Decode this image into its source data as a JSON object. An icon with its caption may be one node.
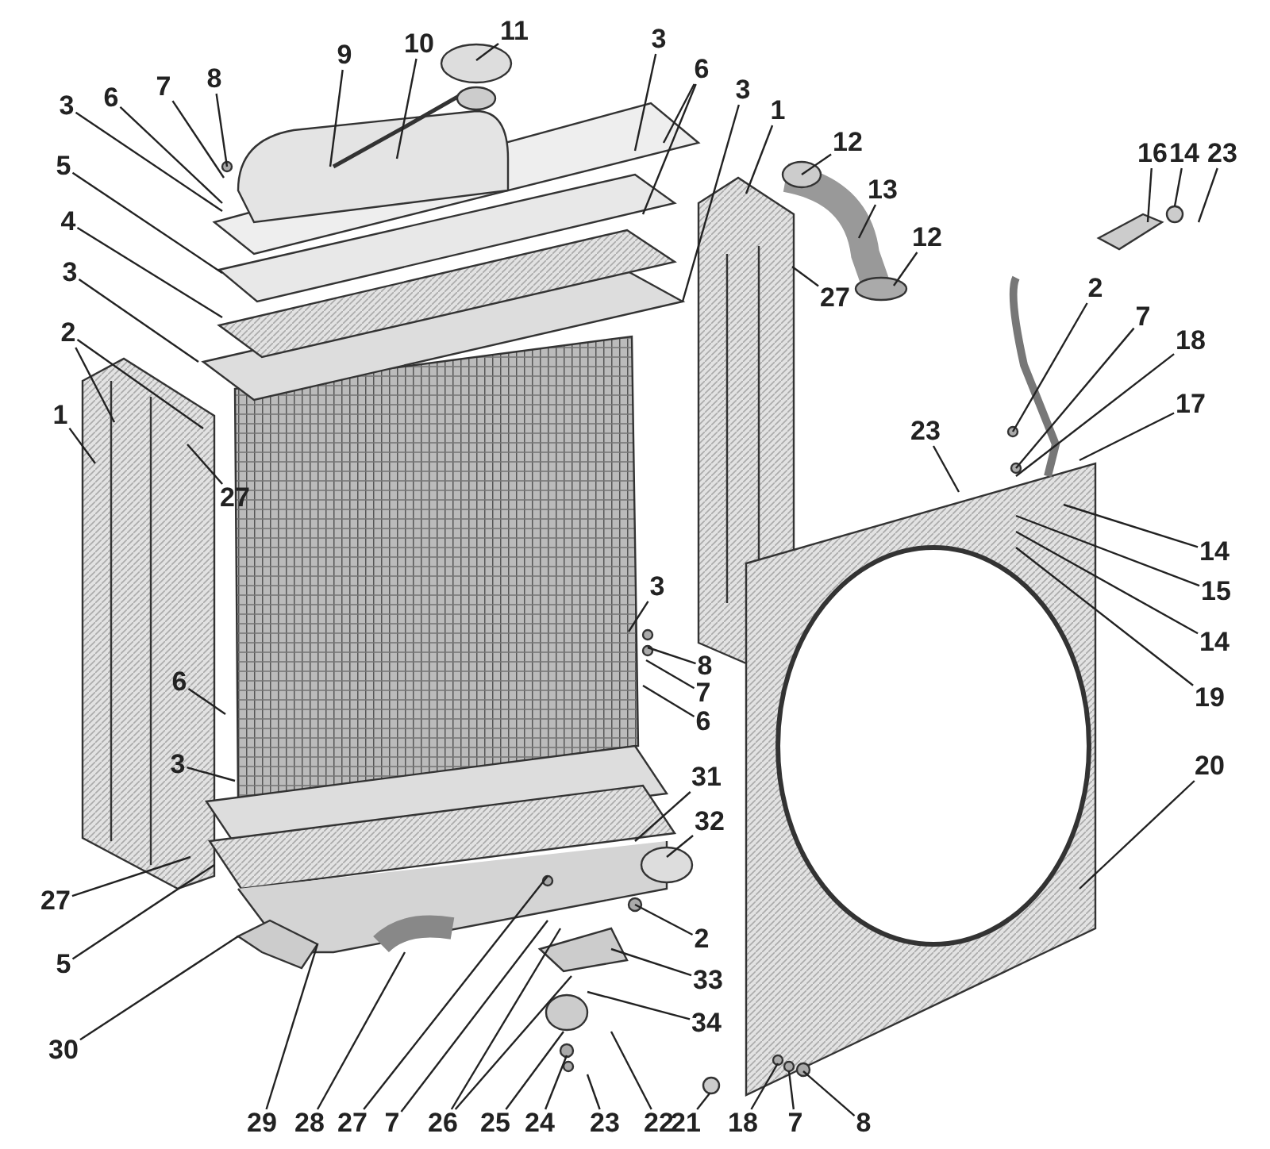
{
  "diagram": {
    "nodes": [
      {
        "text": [
          "8"
        ]
      },
      {
        "text": [
          "7"
        ]
      },
      {
        "text": [
          "6"
        ]
      },
      {
        "text": [
          "3"
        ]
      },
      {
        "text": [
          "5"
        ]
      },
      {
        "text": [
          "4"
        ]
      },
      {
        "text": [
          "3"
        ]
      },
      {
        "text": [
          "2"
        ]
      },
      {
        "text": [
          "1"
        ]
      },
      {
        "text": [
          "27"
        ]
      },
      {
        "text": [
          "9"
        ]
      },
      {
        "text": [
          "10"
        ]
      },
      {
        "text": [
          "11"
        ]
      },
      {
        "text": [
          "3"
        ]
      },
      {
        "text": [
          "6"
        ]
      },
      {
        "text": [
          "3"
        ]
      },
      {
        "text": [
          "1"
        ]
      },
      {
        "text": [
          "12"
        ]
      },
      {
        "text": [
          "13"
        ]
      },
      {
        "text": [
          "12"
        ]
      },
      {
        "text": [
          "27"
        ]
      },
      {
        "text": [
          "16"
        ]
      },
      {
        "text": [
          "14"
        ]
      },
      {
        "text": [
          "23"
        ]
      },
      {
        "text": [
          "23"
        ]
      },
      {
        "text": [
          "2"
        ]
      },
      {
        "text": [
          "7"
        ]
      },
      {
        "text": [
          "18"
        ]
      },
      {
        "text": [
          "17"
        ]
      },
      {
        "text": [
          "14"
        ]
      },
      {
        "text": [
          "15"
        ]
      },
      {
        "text": [
          "14"
        ]
      },
      {
        "text": [
          "19"
        ]
      },
      {
        "text": [
          "3"
        ]
      },
      {
        "text": [
          "8"
        ]
      },
      {
        "text": [
          "7"
        ]
      },
      {
        "text": [
          "6"
        ]
      },
      {
        "text": [
          "6"
        ]
      },
      {
        "text": [
          "3"
        ]
      },
      {
        "text": [
          "20"
        ]
      },
      {
        "text": [
          "31"
        ]
      },
      {
        "text": [
          "32"
        ]
      },
      {
        "text": [
          "2"
        ]
      },
      {
        "text": [
          "33"
        ]
      },
      {
        "text": [
          "34"
        ]
      },
      {
        "text": [
          "27"
        ]
      },
      {
        "text": [
          "5"
        ]
      },
      {
        "text": [
          "30"
        ]
      },
      {
        "text": [
          "29"
        ]
      },
      {
        "text": [
          "28"
        ]
      },
      {
        "text": [
          "27"
        ]
      },
      {
        "text": [
          "7"
        ]
      },
      {
        "text": [
          "26"
        ]
      },
      {
        "text": [
          "25"
        ]
      },
      {
        "text": [
          "24"
        ]
      },
      {
        "text": [
          "23"
        ]
      },
      {
        "text": [
          "22"
        ]
      },
      {
        "text": [
          "21"
        ]
      },
      {
        "text": [
          "18"
        ]
      },
      {
        "text": [
          "7"
        ]
      },
      {
        "text": [
          "8"
        ]
      }
    ],
    "edges": [
      {
        "from": 0,
        "to": null,
        "arrow": "none"
      },
      {
        "from": 1,
        "to": null,
        "arrow": "none"
      },
      {
        "from": 2,
        "to": null,
        "arrow": "none"
      },
      {
        "from": 3,
        "to": null,
        "arrow": "none"
      },
      {
        "from": 4,
        "to": null,
        "arrow": "none"
      },
      {
        "from": 5,
        "to": null,
        "arrow": "none"
      },
      {
        "from": 6,
        "to": null,
        "arrow": "none"
      },
      {
        "from": 7,
        "to": null,
        "arrow": "none"
      },
      {
        "from": 7,
        "to": null,
        "arrow": "none"
      },
      {
        "from": 8,
        "to": null,
        "arrow": "none"
      },
      {
        "from": 9,
        "to": null,
        "arrow": "none"
      },
      {
        "from": 10,
        "to": null,
        "arrow": "none"
      },
      {
        "from": 11,
        "to": null,
        "arrow": "none"
      },
      {
        "from": 12,
        "to": null,
        "arrow": "none"
      },
      {
        "from": 13,
        "to": null,
        "arrow": "none"
      },
      {
        "from": 14,
        "to": null,
        "arrow": "none"
      },
      {
        "from": 14,
        "to": null,
        "arrow": "none"
      },
      {
        "from": 15,
        "to": null,
        "arrow": "none"
      },
      {
        "from": 16,
        "to": null,
        "arrow": "none"
      },
      {
        "from": 17,
        "to": null,
        "arrow": "none"
      },
      {
        "from": 18,
        "to": null,
        "arrow": "none"
      },
      {
        "from": 19,
        "to": null,
        "arrow": "none"
      },
      {
        "from": 20,
        "to": null,
        "arrow": "none"
      },
      {
        "from": 21,
        "to": null,
        "arrow": "none"
      },
      {
        "from": 22,
        "to": null,
        "arrow": "none"
      },
      {
        "from": 23,
        "to": null,
        "arrow": "none"
      },
      {
        "from": 24,
        "to": null,
        "arrow": "none"
      },
      {
        "from": 25,
        "to": null,
        "arrow": "none"
      },
      {
        "from": 26,
        "to": null,
        "arrow": "none"
      },
      {
        "from": 27,
        "to": null,
        "arrow": "none"
      },
      {
        "from": 28,
        "to": null,
        "arrow": "none"
      },
      {
        "from": 29,
        "to": null,
        "arrow": "none"
      },
      {
        "from": 30,
        "to": null,
        "arrow": "none"
      },
      {
        "from": 31,
        "to": null,
        "arrow": "none"
      },
      {
        "from": 32,
        "to": null,
        "arrow": "none"
      },
      {
        "from": 33,
        "to": null,
        "arrow": "none"
      },
      {
        "from": 34,
        "to": null,
        "arrow": "none"
      },
      {
        "from": 35,
        "to": null,
        "arrow": "none"
      },
      {
        "from": 36,
        "to": null,
        "arrow": "none"
      },
      {
        "from": 37,
        "to": null,
        "arrow": "none"
      },
      {
        "from": 38,
        "to": null,
        "arrow": "none"
      },
      {
        "from": 39,
        "to": null,
        "arrow": "none"
      },
      {
        "from": 40,
        "to": null,
        "arrow": "none"
      },
      {
        "from": 41,
        "to": null,
        "arrow": "none"
      },
      {
        "from": 42,
        "to": null,
        "arrow": "none"
      },
      {
        "from": 43,
        "to": null,
        "arrow": "none"
      },
      {
        "from": 44,
        "to": null,
        "arrow": "none"
      },
      {
        "from": 45,
        "to": null,
        "arrow": "none"
      },
      {
        "from": 46,
        "to": null,
        "arrow": "none"
      },
      {
        "from": 47,
        "to": null,
        "arrow": "none"
      },
      {
        "from": 48,
        "to": null,
        "arrow": "none"
      },
      {
        "from": 49,
        "to": null,
        "arrow": "none"
      },
      {
        "from": 50,
        "to": null,
        "arrow": "none"
      },
      {
        "from": 51,
        "to": null,
        "arrow": "none"
      },
      {
        "from": 52,
        "to": null,
        "arrow": "none"
      },
      {
        "from": 52,
        "to": null,
        "arrow": "none"
      },
      {
        "from": 53,
        "to": null,
        "arrow": "none"
      },
      {
        "from": 54,
        "to": null,
        "arrow": "none"
      },
      {
        "from": 55,
        "to": null,
        "arrow": "none"
      },
      {
        "from": 56,
        "to": null,
        "arrow": "none"
      },
      {
        "from": 57,
        "to": null,
        "arrow": "none"
      },
      {
        "from": 58,
        "to": null,
        "arrow": "none"
      },
      {
        "from": 59,
        "to": null,
        "arrow": "none"
      },
      {
        "from": 60,
        "to": null,
        "arrow": "none"
      }
    ]
  }
}
